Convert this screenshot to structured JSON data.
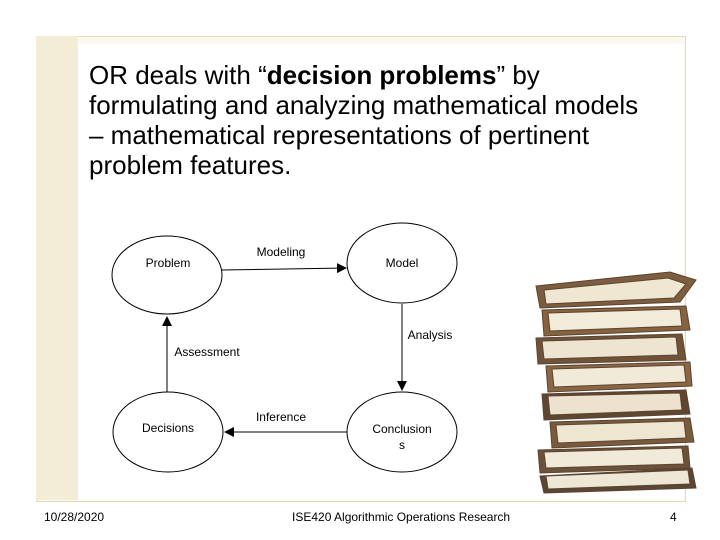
{
  "title": {
    "before": "OR deals with “",
    "bold": "decision problems",
    "after": "” by formulating and analyzing mathematical models – mathematical representations of pertinent problem features."
  },
  "diagram": {
    "nodes": {
      "problem": "Problem",
      "model": "Model",
      "decisions": "Decisions",
      "conclusions": "Conclusion\ns"
    },
    "edges": {
      "modeling": "Modeling",
      "analysis": "Analysis",
      "inference": "Inference",
      "assessment": "Assessment"
    }
  },
  "footer": {
    "date": "10/28/2020",
    "course": "ISE420 Algorithmic Operations Research",
    "page": "4"
  },
  "decoration": {
    "image": "stack-of-books-icon",
    "accent": "#e6d9b8"
  }
}
